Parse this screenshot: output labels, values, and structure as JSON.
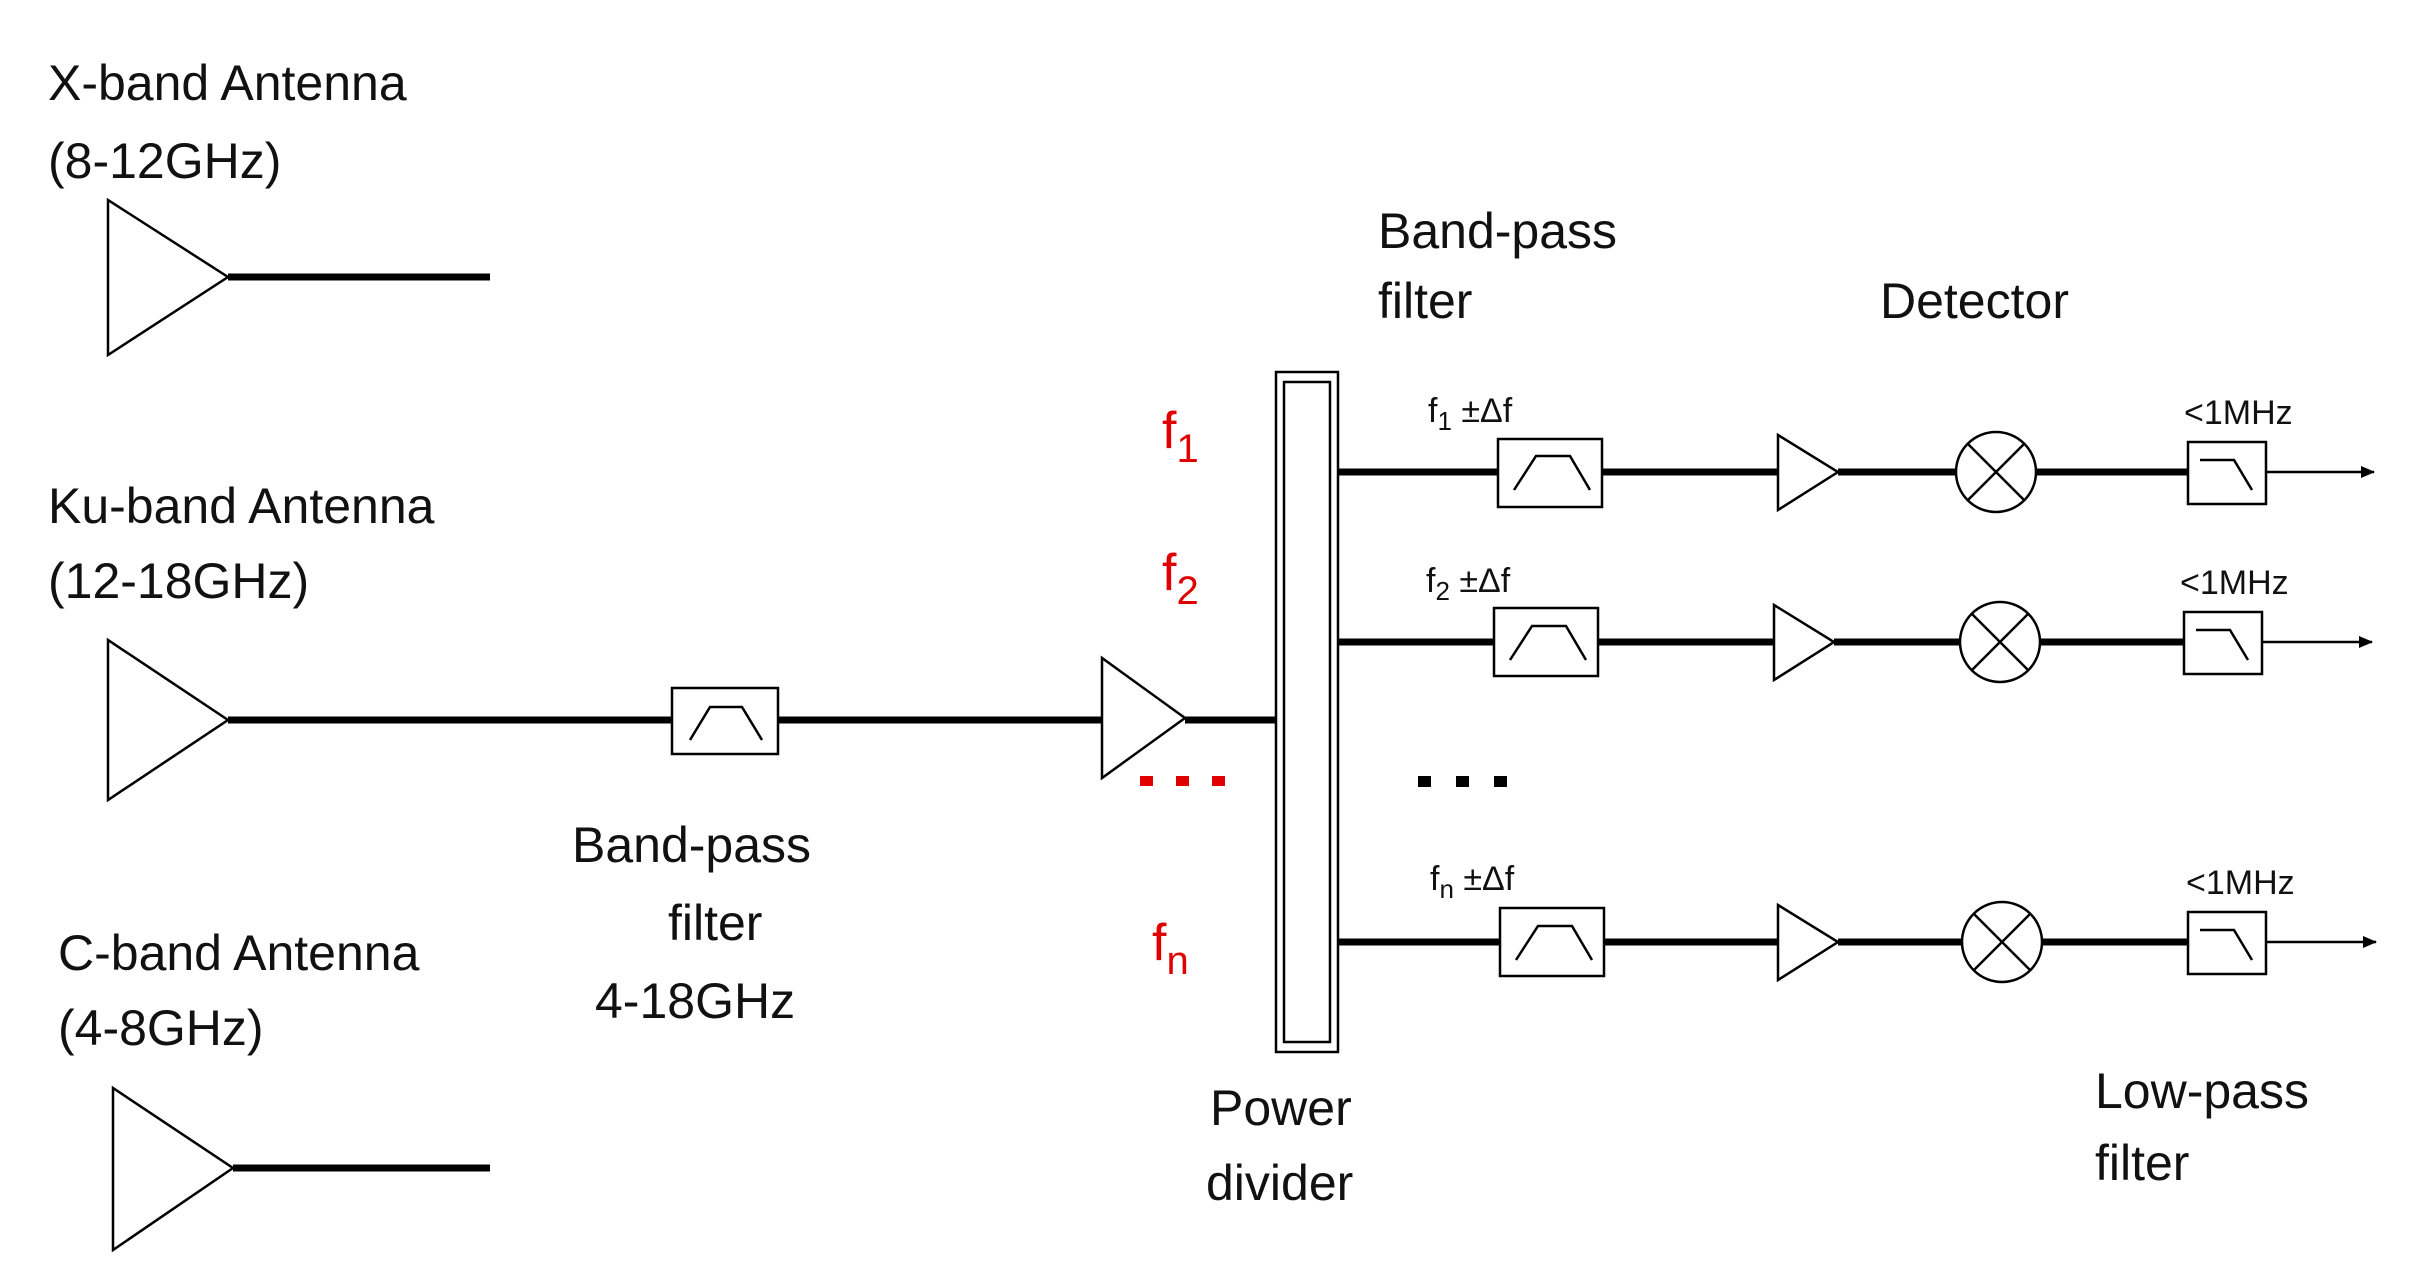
{
  "antennas": [
    {
      "name": "X-band Antenna",
      "range": "(8-12GHz)"
    },
    {
      "name": "Ku-band Antenna",
      "range": "(12-18GHz)"
    },
    {
      "name": "C-band Antenna",
      "range": "(4-8GHz)"
    }
  ],
  "main_filter": {
    "line1": "Band-pass",
    "line2": "filter",
    "line3": "4-18GHz"
  },
  "power_divider": {
    "line1": "Power",
    "line2": "divider"
  },
  "channel_filter_header": {
    "line1": "Band-pass",
    "line2": "filter"
  },
  "detector_header": "Detector",
  "lowpass_header": {
    "line1": "Low-pass",
    "line2": "filter"
  },
  "freq_labels": {
    "f1": {
      "base": "f",
      "sub": "1"
    },
    "f2": {
      "base": "f",
      "sub": "2"
    },
    "fn": {
      "base": "f",
      "sub": "n"
    },
    "ellipsis_red": "...",
    "ellipsis_black": "..."
  },
  "channels": [
    {
      "bpf_base": "f",
      "bpf_sub": "1",
      "bpf_suffix": " ±Δf",
      "lpf_label": "<1MHz"
    },
    {
      "bpf_base": "f",
      "bpf_sub": "2",
      "bpf_suffix": " ±Δf",
      "lpf_label": "<1MHz"
    },
    {
      "bpf_base": "f",
      "bpf_sub": "n",
      "bpf_suffix": " ±Δf",
      "lpf_label": "<1MHz"
    }
  ],
  "colors": {
    "wire": "#000000",
    "highlight": "#e00000"
  }
}
